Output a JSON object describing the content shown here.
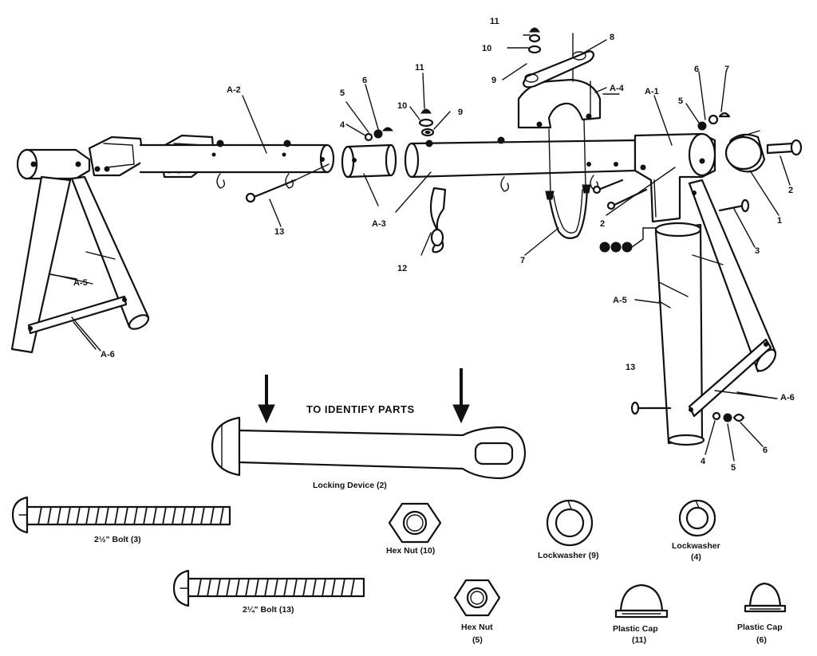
{
  "assembly_labels": {
    "a2": "A-2",
    "a3": "A-3",
    "a4": "A-4",
    "a1": "A-1",
    "a5_left": "A-5",
    "a6_left": "A-6",
    "a5_right": "A-5",
    "a6_right": "A-6"
  },
  "callouts": {
    "n11_top": "11",
    "n10_top": "10",
    "n9_top": "9",
    "n8": "8",
    "n11_mid": "11",
    "n10_mid": "10",
    "n9_mid": "9",
    "n5_mid": "5",
    "n6_mid": "6",
    "n4_mid": "4",
    "n13_left": "13",
    "n12": "12",
    "n7_mid": "7",
    "n6_right": "6",
    "n7_right": "7",
    "n5_right": "5",
    "n2_right": "2",
    "n1": "1",
    "n2_mid": "2",
    "n3": "3",
    "n13_right": "13",
    "n4_low": "4",
    "n5_low": "5",
    "n6_low": "6"
  },
  "identify": {
    "title": "TO IDENTIFY PARTS",
    "locking_device": "Locking Device (2)",
    "bolt_3": "2½\" Bolt (3)",
    "bolt_13": "2¼\" Bolt (13)",
    "hex_nut_10_a": "Hex Nut (10)",
    "lockwasher_9": "Lockwasher (9)",
    "lockwasher_4_a": "Lockwasher",
    "lockwasher_4_b": "(4)",
    "hex_nut_5_a": "Hex Nut",
    "hex_nut_5_b": "(5)",
    "plastic_cap_11_a": "Plastic Cap",
    "plastic_cap_11_b": "(11)",
    "plastic_cap_6_a": "Plastic Cap",
    "plastic_cap_6_b": "(6)"
  }
}
